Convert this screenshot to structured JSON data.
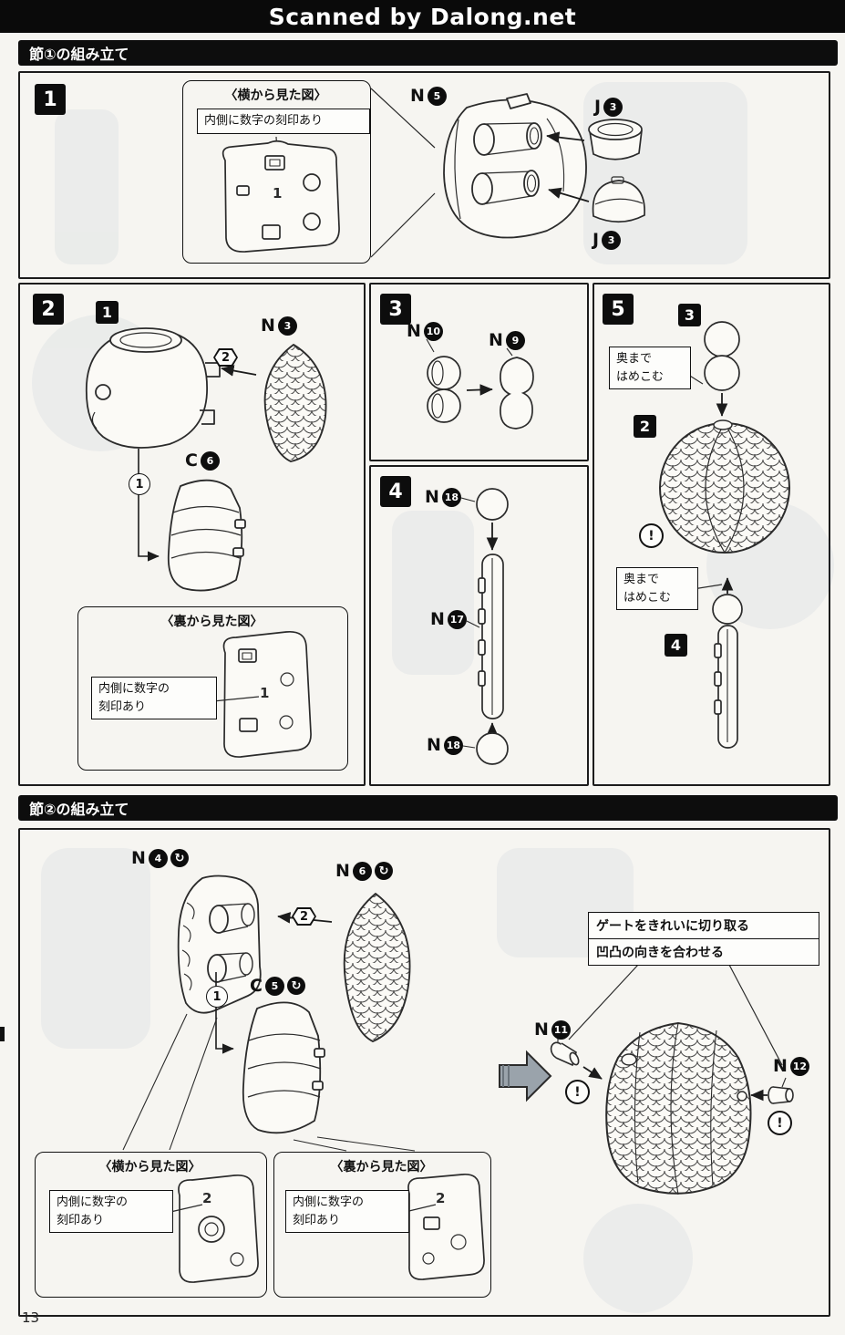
{
  "banner": {
    "text": "Scanned by Dalong.net"
  },
  "page": {
    "number": "13"
  },
  "icons": {
    "circular_arrow": "↻",
    "warning": "!"
  },
  "section1": {
    "title": "節①の組み立て",
    "step1": {
      "badge": "1",
      "callout": {
        "title": "〈横から見た図〉",
        "note": "内側に数字の刻印あり",
        "engraved": "1"
      },
      "labels": {
        "n5": {
          "letter": "N",
          "num": "5"
        },
        "j3_top": {
          "letter": "J",
          "num": "3"
        },
        "j3_bottom": {
          "letter": "J",
          "num": "3"
        }
      }
    },
    "step2": {
      "badge": "2",
      "subassembly_badge": "1",
      "order_2": "2",
      "order_1": "1",
      "labels": {
        "n3": {
          "letter": "N",
          "num": "3"
        },
        "c6": {
          "letter": "C",
          "num": "6"
        }
      },
      "callout": {
        "title": "〈裏から見た図〉",
        "note": "内側に数字の\n刻印あり",
        "engraved": "1"
      }
    },
    "step3": {
      "badge": "3",
      "labels": {
        "n10": {
          "letter": "N",
          "num": "10"
        },
        "n9": {
          "letter": "N",
          "num": "9"
        }
      }
    },
    "step4": {
      "badge": "4",
      "labels": {
        "n18_top": {
          "letter": "N",
          "num": "18"
        },
        "n17": {
          "letter": "N",
          "num": "17"
        },
        "n18_bottom": {
          "letter": "N",
          "num": "18"
        }
      }
    },
    "step5": {
      "badge": "5",
      "sub3": "3",
      "sub2": "2",
      "sub4": "4",
      "note_top": "奥まで\nはめこむ",
      "note_bottom": "奥まで\nはめこむ"
    }
  },
  "section2": {
    "title": "節②の組み立て",
    "order_2": "2",
    "order_1": "1",
    "labels": {
      "n4": {
        "letter": "N",
        "num": "4"
      },
      "n6": {
        "letter": "N",
        "num": "6"
      },
      "c5": {
        "letter": "C",
        "num": "5"
      },
      "n11": {
        "letter": "N",
        "num": "11"
      },
      "n12": {
        "letter": "N",
        "num": "12"
      }
    },
    "callout_side": {
      "title": "〈横から見た図〉",
      "note": "内側に数字の\n刻印あり",
      "engraved": "2"
    },
    "callout_back": {
      "title": "〈裏から見た図〉",
      "note": "内側に数字の\n刻印あり",
      "engraved": "2"
    },
    "gate_note": {
      "line1": "ゲートをきれいに切り取る",
      "line2": "凹凸の向きを合わせる"
    }
  }
}
